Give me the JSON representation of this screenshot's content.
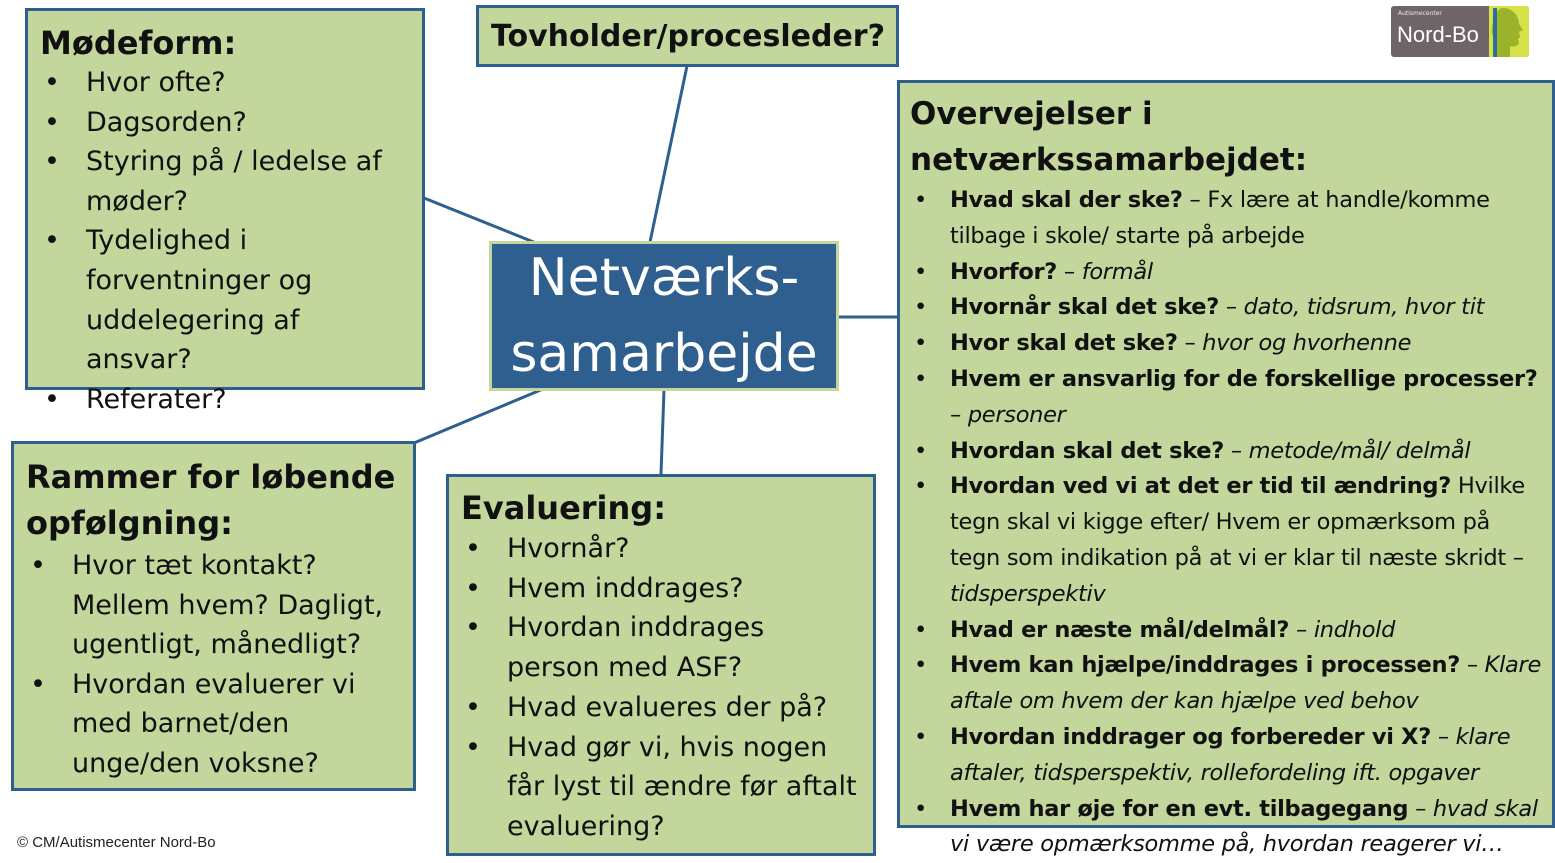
{
  "center": {
    "line1": "Netværks-",
    "line2": "samarbejde"
  },
  "modeform": {
    "title": "Mødeform:",
    "items": [
      "Hvor ofte?",
      "Dagsorden?",
      "Styring på / ledelse af møder?",
      "Tydelighed i forventninger og uddelegering af ansvar?",
      "Referater?"
    ]
  },
  "tovholder": {
    "title": "Tovholder/procesleder?"
  },
  "rammer": {
    "title": "Rammer for løbende opfølgning:",
    "items": [
      "Hvor tæt kontakt? Mellem hvem? Dagligt, ugentligt, månedligt?",
      "Hvordan evaluerer vi med barnet/den unge/den voksne?"
    ]
  },
  "evaluering": {
    "title": "Evaluering:",
    "items": [
      "Hvornår?",
      "Hvem inddrages?",
      "Hvordan inddrages person med ASF?",
      "Hvad evalueres der på?",
      "Hvad gør vi, hvis nogen får lyst til ændre før aftalt evaluering?"
    ]
  },
  "overvejelser": {
    "title": "Overvejelser i netværkssamarbejdet:",
    "items": [
      {
        "question": "Hvad skal der ske?",
        "sep": " – ",
        "answer": "Fx lære at handle/komme tilbage i skole/ starte på arbejde",
        "answer_italic": false
      },
      {
        "question": "Hvorfor?",
        "sep": " – ",
        "answer": "formål",
        "answer_italic": true
      },
      {
        "question": "Hvornår skal det ske?",
        "sep": " – ",
        "answer": "dato, tidsrum, hvor tit",
        "answer_italic": true
      },
      {
        "question": "Hvor skal det ske?",
        "sep": " – ",
        "answer": "hvor og hvorhenne",
        "answer_italic": true
      },
      {
        "question": "Hvem er ansvarlig for de forskellige processer?",
        "sep": " – ",
        "answer": "personer",
        "answer_italic": true
      },
      {
        "question": "Hvordan skal det ske?",
        "sep": " – ",
        "answer": "metode/mål/ delmål",
        "answer_italic": true
      },
      {
        "question": "Hvordan ved vi at det er tid til ændring?",
        "sep": " ",
        "answer": "Hvilke tegn skal vi kigge efter/ Hvem er opmærksom på tegn som indikation på at vi er klar til næste skridt – ",
        "answer_italic": false,
        "answer_tail_italic": "tidsperspektiv"
      },
      {
        "question": "Hvad er næste mål/delmål?",
        "sep": " – ",
        "answer": "indhold",
        "answer_italic": true
      },
      {
        "question": "Hvem kan hjælpe/inddrages i processen?",
        "sep": " – ",
        "answer": "Klare aftale om hvem der kan hjælpe ved behov",
        "answer_italic": true
      },
      {
        "question": "Hvordan inddrager og forbereder vi X?",
        "sep": " – ",
        "answer": "klare aftaler, tidsperspektiv, rollefordeling ift. opgaver",
        "answer_italic": true
      },
      {
        "question": "Hvem har øje for en evt. tilbagegang",
        "sep": " – ",
        "answer": "hvad skal vi være opmærksomme på, hvordan reagerer vi…",
        "answer_italic": true
      }
    ]
  },
  "logo": {
    "small": "Autismecenter",
    "name": "Nord-Bo"
  },
  "copyright": "© CM/Autismecenter Nord-Bo",
  "colors": {
    "box_fill": "#c3d69b",
    "border_blue": "#2e5f8f",
    "center_fill": "#2e5f8f"
  }
}
